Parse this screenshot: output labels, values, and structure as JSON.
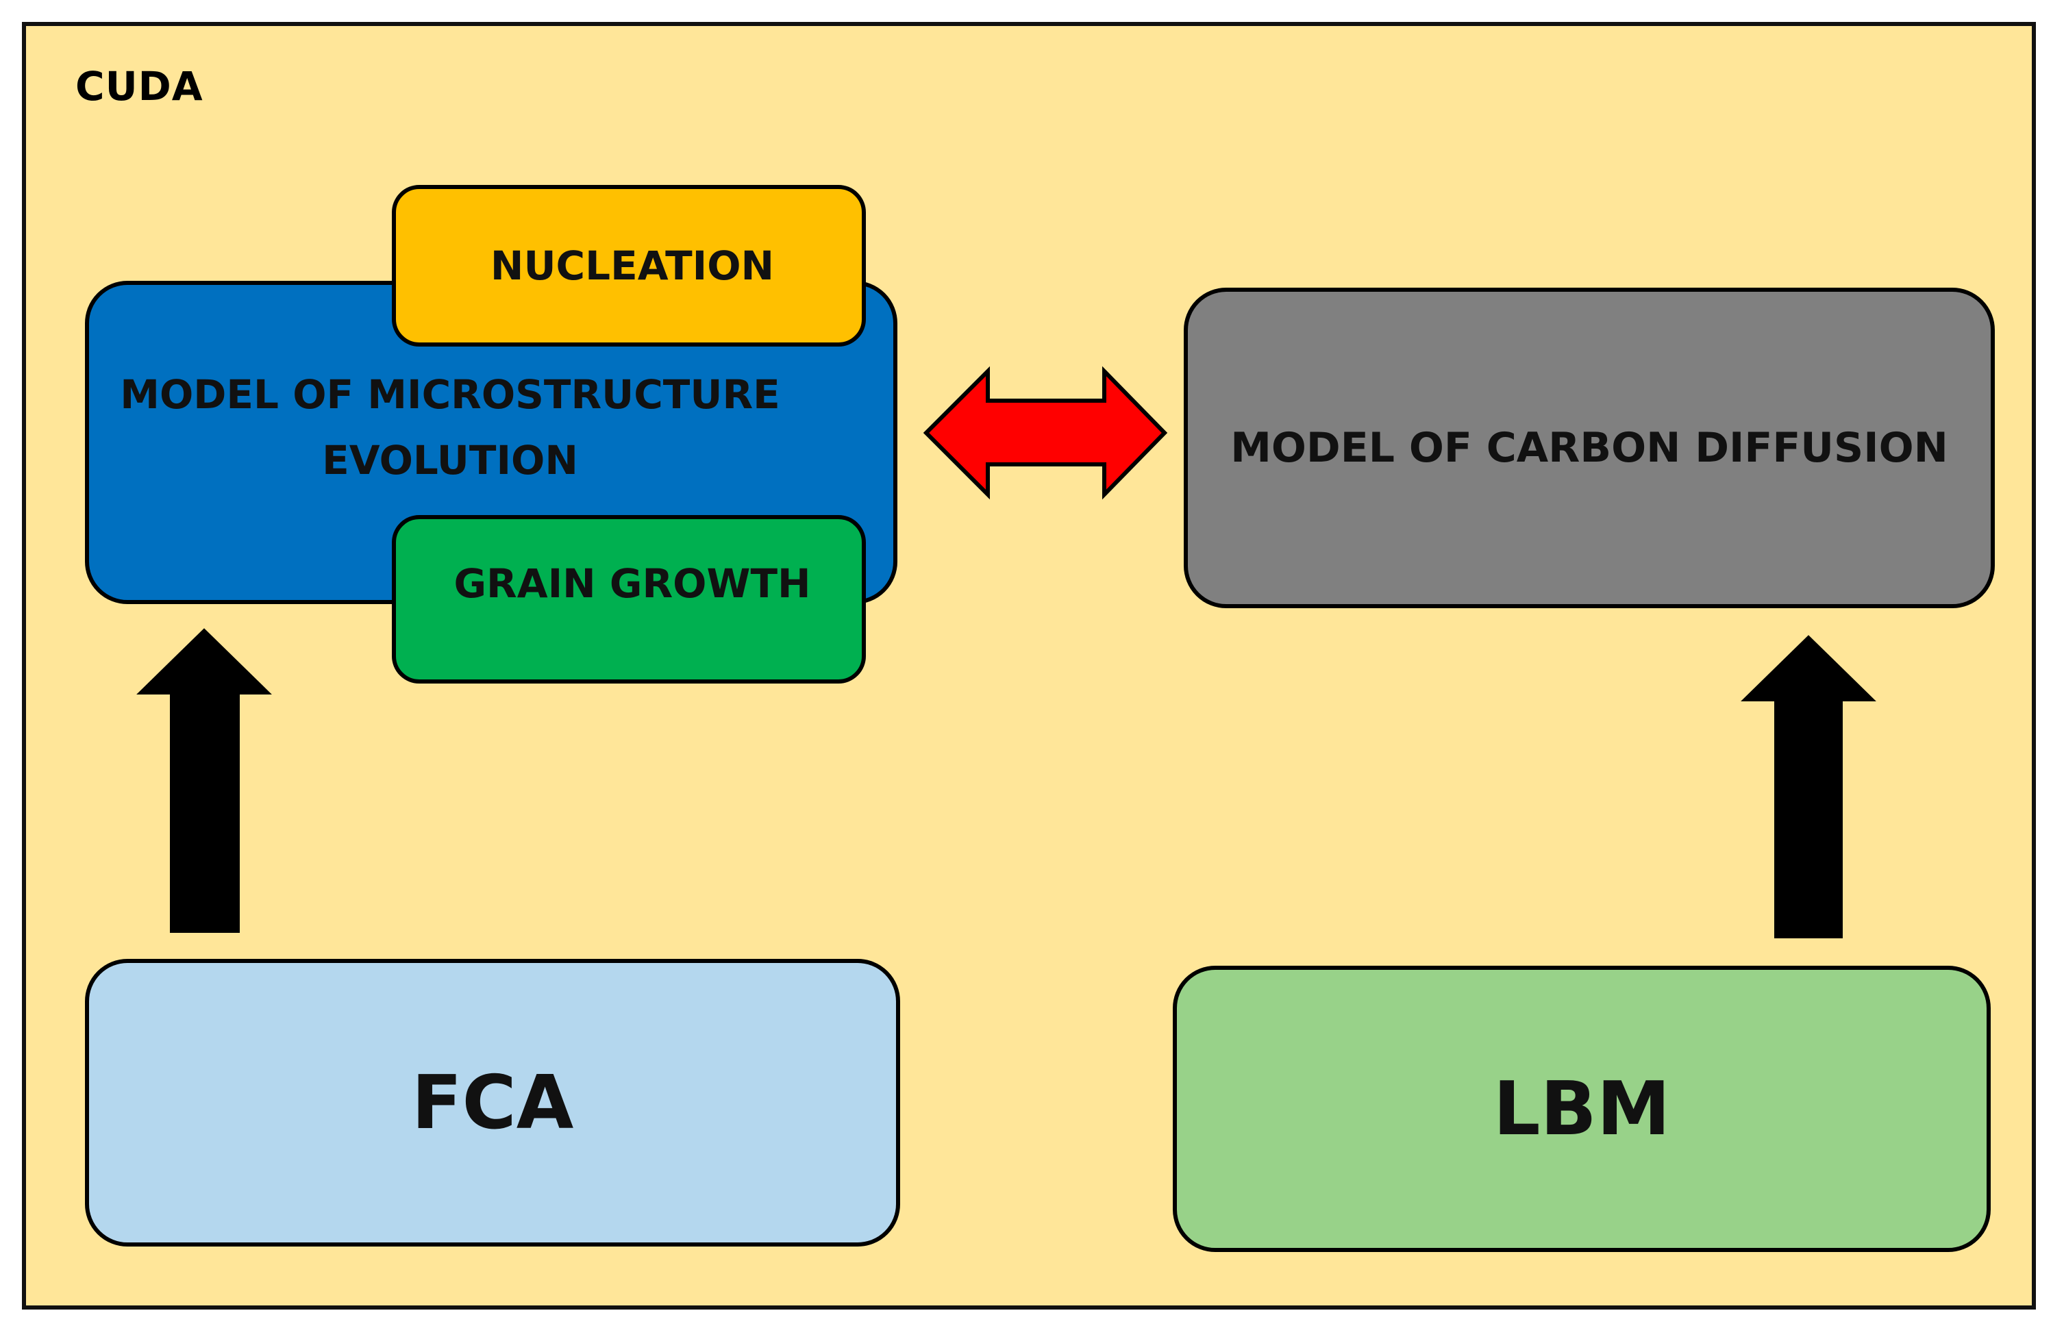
{
  "container": {
    "label": "CUDA",
    "background": "#ffe699"
  },
  "blocks": {
    "microstructure": {
      "line1": "MODEL OF MICROSTRUCTURE",
      "line2": "EVOLUTION",
      "color": "#0070c0"
    },
    "nucleation": {
      "label": "NUCLEATION",
      "color": "#ffc000"
    },
    "grain_growth": {
      "label": "GRAIN GROWTH",
      "color": "#00b050"
    },
    "carbon_diffusion": {
      "label": "MODEL OF CARBON DIFFUSION",
      "color": "#808080"
    },
    "fca": {
      "label": "FCA",
      "color": "#b4d7ee"
    },
    "lbm": {
      "label": "LBM",
      "color": "#98d289"
    }
  },
  "connectors": {
    "bidirectional_color": "#ff0000",
    "upward_color": "#000000"
  }
}
